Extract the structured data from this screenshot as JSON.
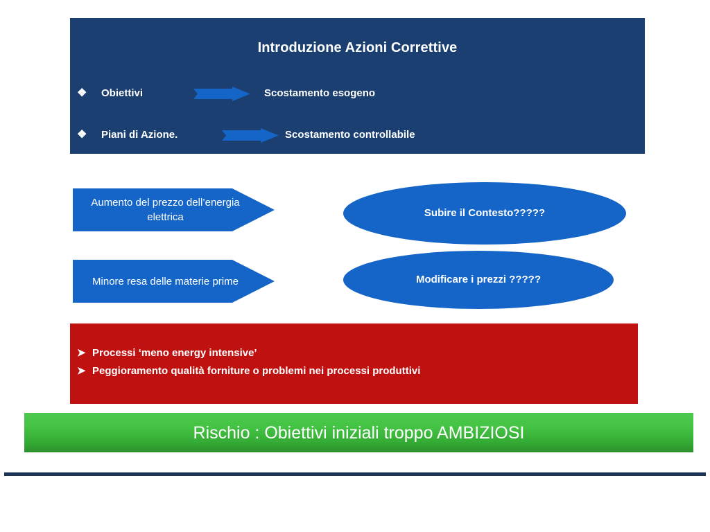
{
  "slide": {
    "title": "Introduzione Azioni Correttive",
    "header_rows": [
      {
        "bullet": "diamond-bullet",
        "bullet_glyph": "❖",
        "left_text": "Obiettivi",
        "arrow": "right-arrow-icon",
        "right_text": "Scostamento esogeno"
      },
      {
        "bullet": "diamond-bullet",
        "bullet_glyph": "❖",
        "left_text": "Piani di Azione.",
        "arrow": "right-arrow-icon",
        "right_text": "Scostamento controllabile"
      }
    ],
    "causes": [
      {
        "label": "Aumento del prezzo dell’energia elettrica"
      },
      {
        "label": "Minore resa delle materie prime"
      }
    ],
    "responses": [
      {
        "label": "Subire il Contesto?????"
      },
      {
        "label": "Modificare i prezzi ?????"
      }
    ],
    "red_panel": {
      "items": [
        {
          "bullet_glyph": "➤",
          "text": "Processi ‘meno energy intensive’"
        },
        {
          "bullet_glyph": "➤",
          "text": "Peggioramento qualità forniture o problemi nei processi produttivi"
        }
      ]
    },
    "green_banner": {
      "text": "Rischio : Obiettivi iniziali troppo AMBIZIOSI"
    },
    "colors": {
      "navy_panel": "#1a3f70",
      "blue_shape": "#1565c8",
      "red_panel": "#c01111",
      "green_top": "#4ec94e",
      "green_bottom": "#2d8f2d",
      "rule": "#1d3557",
      "text_light": "#ffffff"
    }
  }
}
